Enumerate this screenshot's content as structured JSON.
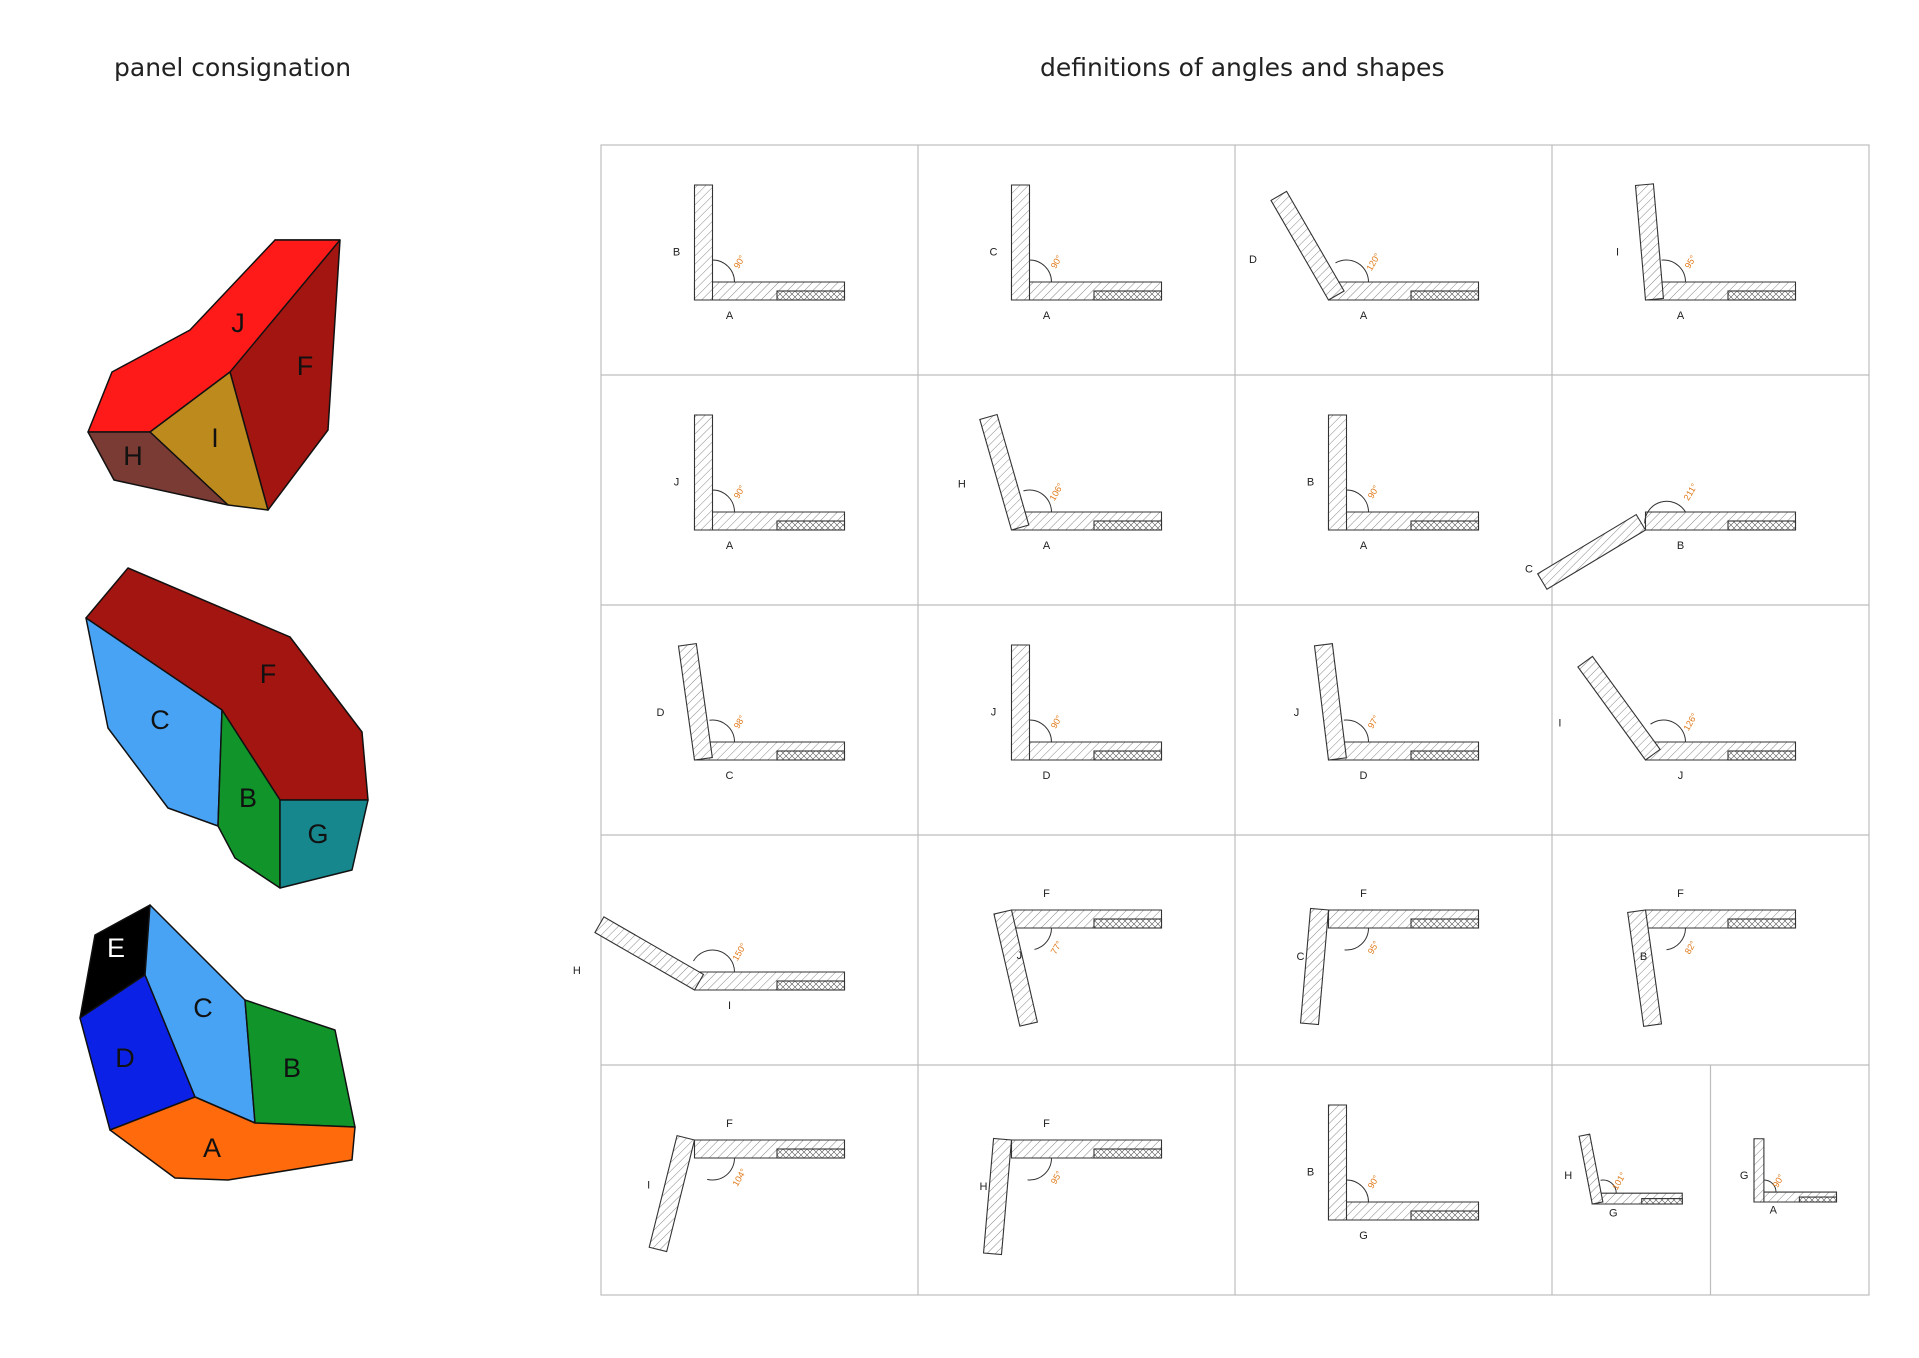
{
  "headings": {
    "left": "panel consignation",
    "right": "definitions of angles and shapes"
  },
  "colors": {
    "F": "#a31510",
    "J": "#ff1a1a",
    "I": "#bd8a1e",
    "H": "#7a3b34",
    "C": "#49a3f5",
    "B": "#11952b",
    "G": "#16878d",
    "E": "#000000",
    "D": "#0b22e6",
    "A": "#ff6a0c"
  },
  "panel_groups": [
    {
      "faces": [
        {
          "label": "F"
        },
        {
          "label": "J"
        },
        {
          "label": "I"
        },
        {
          "label": "H"
        }
      ]
    },
    {
      "faces": [
        {
          "label": "F"
        },
        {
          "label": "C"
        },
        {
          "label": "B"
        },
        {
          "label": "G"
        }
      ]
    },
    {
      "faces": [
        {
          "label": "E"
        },
        {
          "label": "C"
        },
        {
          "label": "D"
        },
        {
          "label": "B"
        },
        {
          "label": "A"
        }
      ]
    }
  ],
  "details": [
    {
      "v": "B",
      "h": "A",
      "angle": "90°"
    },
    {
      "v": "C",
      "h": "A",
      "angle": "90°"
    },
    {
      "v": "D",
      "h": "A",
      "angle": "120°"
    },
    {
      "v": "I",
      "h": "A",
      "angle": "95°"
    },
    {
      "v": "J",
      "h": "A",
      "angle": "90°"
    },
    {
      "v": "H",
      "h": "A",
      "angle": "106°"
    },
    {
      "v": "B",
      "h": "A",
      "angle": "90°"
    },
    {
      "v": "C",
      "h": "B",
      "angle": "211°"
    },
    {
      "v": "D",
      "h": "C",
      "angle": "98°"
    },
    {
      "v": "J",
      "h": "D",
      "angle": "90°"
    },
    {
      "v": "J",
      "h": "D",
      "angle": "97°"
    },
    {
      "v": "I",
      "h": "J",
      "angle": "126°"
    },
    {
      "v": "H",
      "h": "I",
      "angle": "150°"
    },
    {
      "v": "J",
      "h": "F",
      "angle": "77°"
    },
    {
      "v": "C",
      "h": "F",
      "angle": "95°"
    },
    {
      "v": "B",
      "h": "F",
      "angle": "82°"
    },
    {
      "v": "I",
      "h": "F",
      "angle": "104°"
    },
    {
      "v": "H",
      "h": "F",
      "angle": "95°"
    },
    {
      "v": "B",
      "h": "G",
      "angle": "90°"
    },
    {
      "v": "H",
      "h": "G",
      "angle": "101°"
    },
    {
      "v": "G",
      "h": "A",
      "angle": "90°"
    }
  ]
}
